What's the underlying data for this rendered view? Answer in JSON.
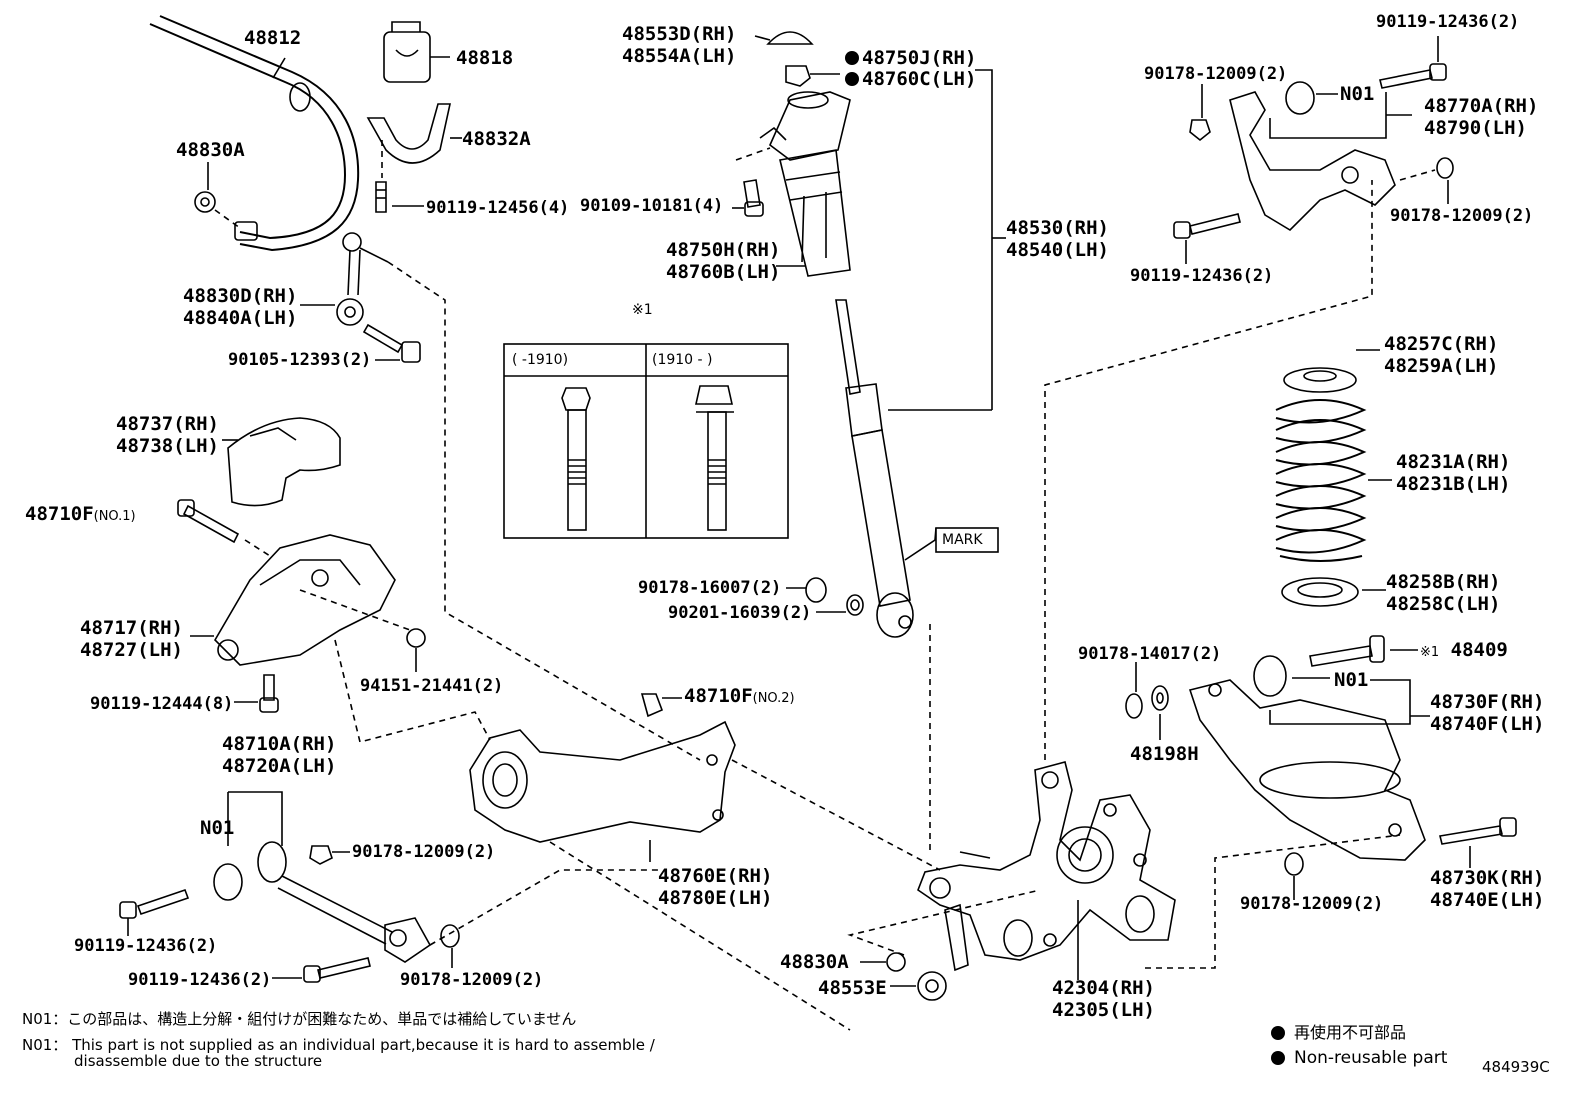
{
  "labels": {
    "p48812": "48812",
    "p48818": "48818",
    "p48832A": "48832A",
    "p48830A_top": "48830A",
    "p90119_12456": "90119-12456(4)",
    "p48830D": "48830D(RH)",
    "p48840A": "48840A(LH)",
    "p90105_12393": "90105-12393(2)",
    "p48737": "48737(RH)",
    "p48738": "48738(LH)",
    "p48710F_1": "48710F",
    "p48710F_1_ref": "(NO.1)",
    "p48717": "48717(RH)",
    "p48727": "48727(LH)",
    "p90119_12444": "90119-12444(8)",
    "p94151_21441": "94151-21441(2)",
    "p48710A": "48710A(RH)",
    "p48720A": "48720A(LH)",
    "pN01_left": "N01",
    "p90178_12009_a": "90178-12009(2)",
    "p90119_12436_a": "90119-12436(2)",
    "p90119_12436_b": "90119-12436(2)",
    "p90178_12009_b": "90178-12009(2)",
    "p48553D": "48553D(RH)",
    "p48554A": "48554A(LH)",
    "p48750J": "48750J(RH)",
    "p48760C": "48760C(LH)",
    "p90109_10181": "90109-10181(4)",
    "p48750H": "48750H(RH)",
    "p48760B": "48760B(LH)",
    "p48530": "48530(RH)",
    "p48540": "48540(LH)",
    "p90178_16007": "90178-16007(2)",
    "p90201_16039": "90201-16039(2)",
    "p48710F_2": "48710F",
    "p48710F_2_ref": "(NO.2)",
    "p48760E": "48760E(RH)",
    "p48780E": "48780E(LH)",
    "p48830A_bot": "48830A",
    "p48553E": "48553E",
    "p42304": "42304(RH)",
    "p42305": "42305(LH)",
    "p90119_12436_tr": "90119-12436(2)",
    "p90178_12009_tr": "90178-12009(2)",
    "pN01_tr": "N01",
    "p48770A": "48770A(RH)",
    "p48790": "48790(LH)",
    "p90178_12009_tr2": "90178-12009(2)",
    "p90119_12436_tr2": "90119-12436(2)",
    "p48257C": "48257C(RH)",
    "p48259A": "48259A(LH)",
    "p48231A": "48231A(RH)",
    "p48231B": "48231B(LH)",
    "p48258B": "48258B(RH)",
    "p48258C": "48258C(LH)",
    "p90178_14017": "90178-14017(2)",
    "p48409_mark": "※1",
    "p48409": "48409",
    "pN01_right": "N01",
    "p48730F": "48730F(RH)",
    "p48740F": "48740F(LH)",
    "p48198H": "48198H",
    "p48730K": "48730K(RH)",
    "p48740E": "48740E(LH)",
    "p90178_12009_br": "90178-12009(2)",
    "mark_label": "MARK"
  },
  "inset": {
    "ref_mark": "※1",
    "col1_header": "(       -1910)",
    "col2_header": "(1910   -       )"
  },
  "notes": {
    "n01_jp": "N01：この部品は、構造上分解・組付けが困難なため、単品では補給していません",
    "n01_en_line1": "N01： This part is not supplied as an individual part,because it is hard to assemble /",
    "n01_en_line2": "disassemble due to the structure"
  },
  "legend": {
    "jp": "再使用不可部品",
    "en": "Non-reusable part"
  },
  "diagram_id": "484939C",
  "colors": {
    "line": "#000000",
    "background": "#ffffff"
  }
}
